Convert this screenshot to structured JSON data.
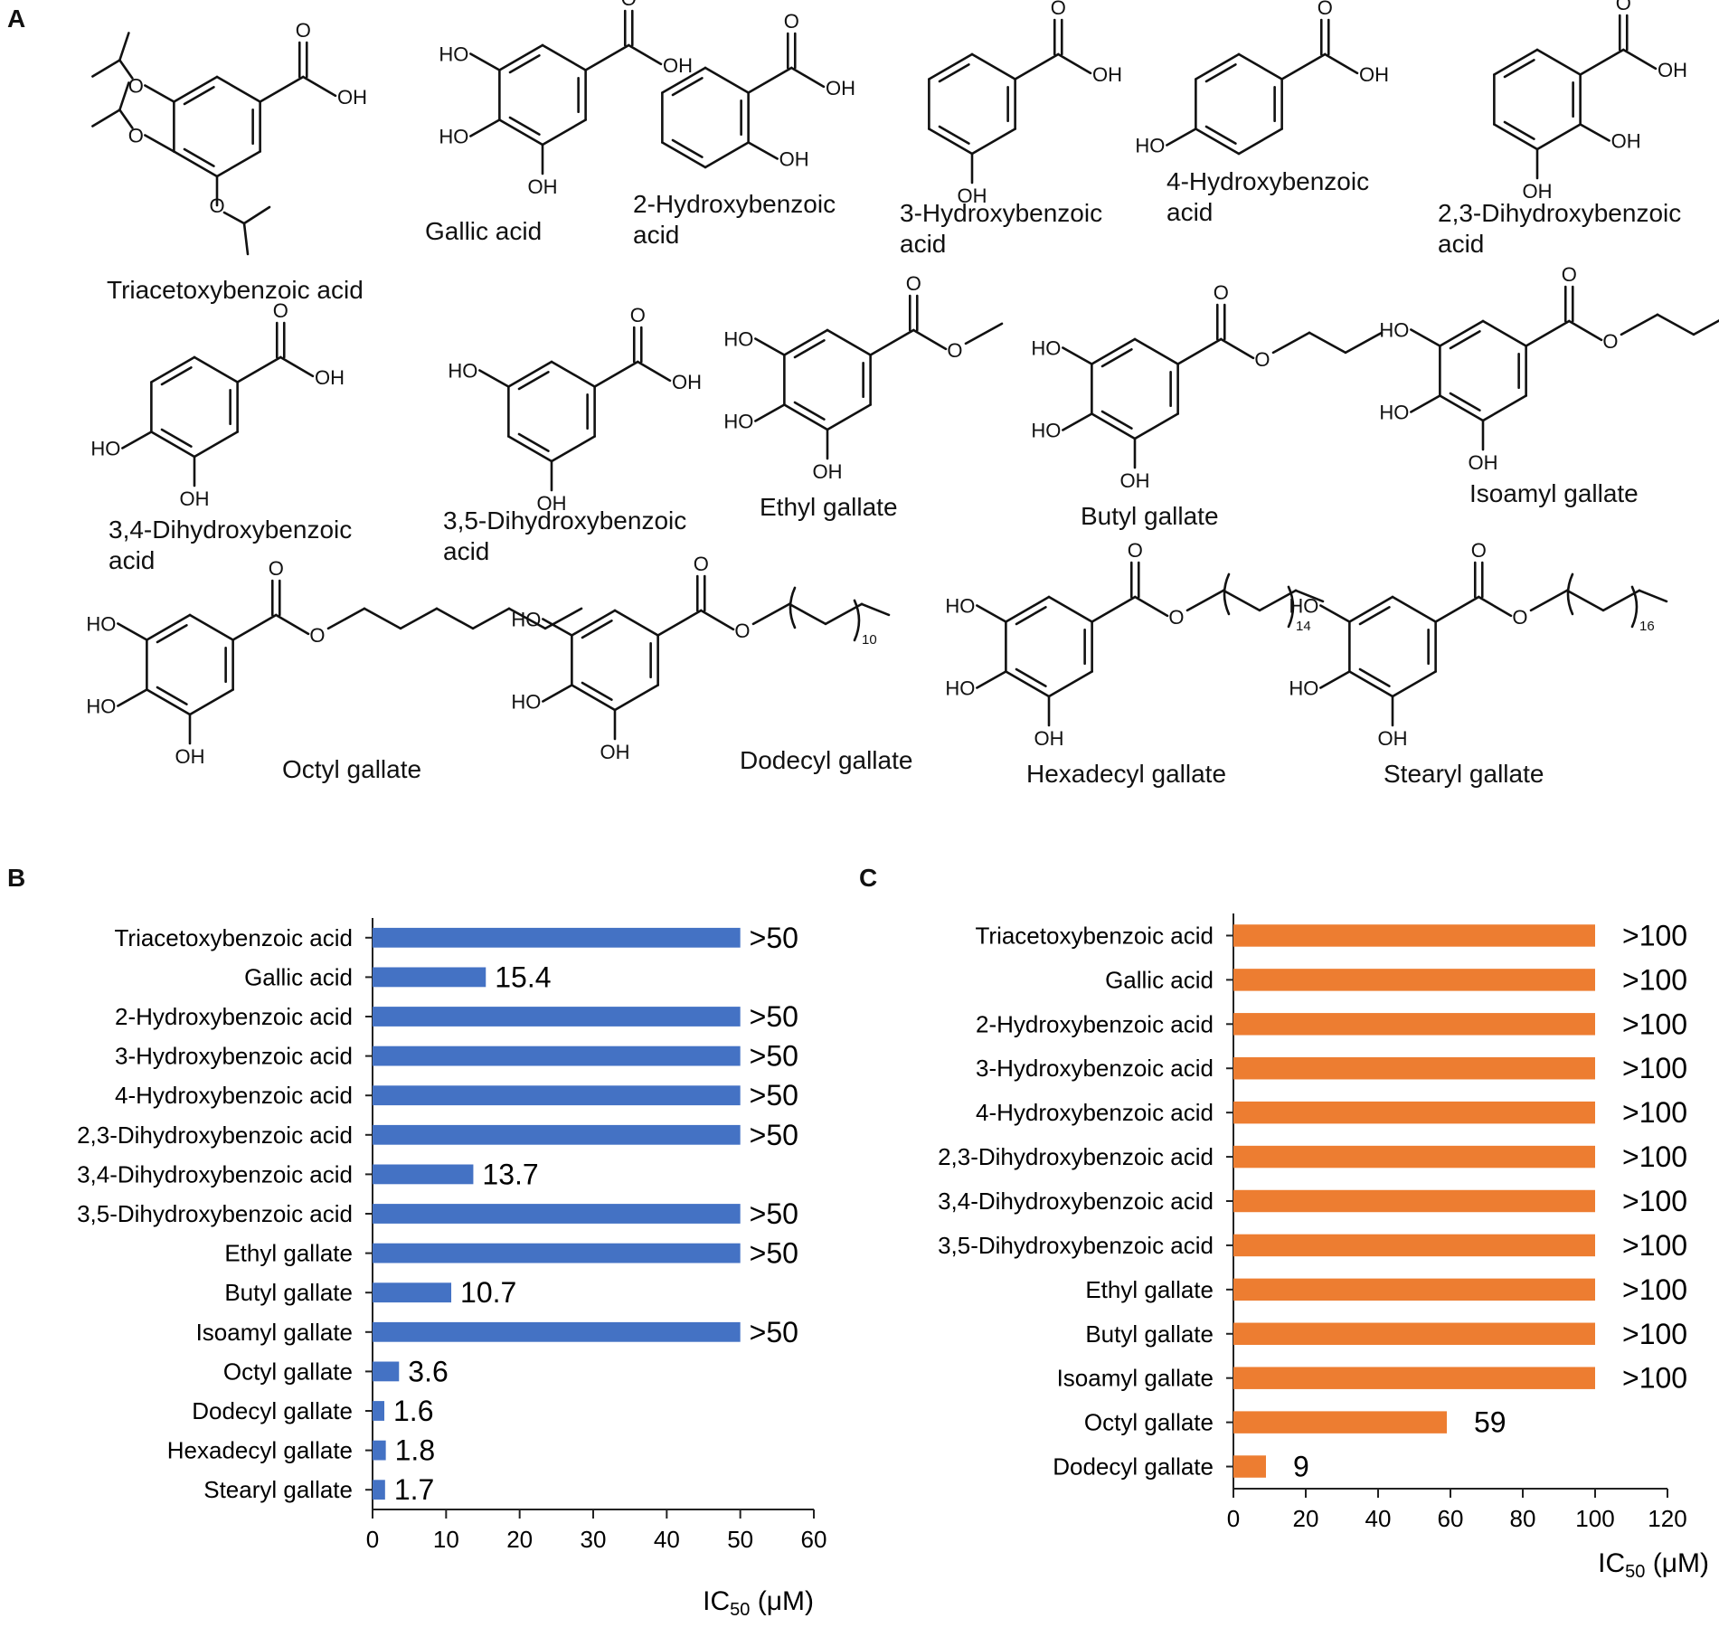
{
  "panel_a": {
    "letter": "A",
    "compounds": [
      {
        "name_lines": [
          "Triacetoxybenzoic acid"
        ]
      },
      {
        "name_lines": [
          "Gallic acid"
        ]
      },
      {
        "name_lines": [
          "2-Hydroxybenzoic",
          "acid"
        ]
      },
      {
        "name_lines": [
          "3-Hydroxybenzoic",
          "acid"
        ]
      },
      {
        "name_lines": [
          "4-Hydroxybenzoic",
          "acid"
        ]
      },
      {
        "name_lines": [
          "2,3-Dihydroxybenzoic",
          "acid"
        ]
      },
      {
        "name_lines": [
          "3,4-Dihydroxybenzoic",
          "acid"
        ]
      },
      {
        "name_lines": [
          "3,5-Dihydroxybenzoic",
          "acid"
        ]
      },
      {
        "name_lines": [
          "Ethyl gallate"
        ]
      },
      {
        "name_lines": [
          "Butyl gallate"
        ]
      },
      {
        "name_lines": [
          "Isoamyl gallate"
        ]
      },
      {
        "name_lines": [
          "Octyl gallate"
        ]
      },
      {
        "name_lines": [
          "Dodecyl gallate"
        ]
      },
      {
        "name_lines": [
          "Hexadecyl gallate"
        ]
      },
      {
        "name_lines": [
          "Stearyl gallate"
        ]
      }
    ],
    "atoms": {
      "oh": "OH",
      "ho": "HO",
      "o": "O"
    },
    "chain_subscripts": {
      "dodecyl": "10",
      "hexadecyl": "14",
      "stearyl": "16"
    }
  },
  "chart_data": [
    {
      "panel": "B",
      "type": "bar",
      "orientation": "horizontal",
      "color": "#4472C4",
      "categories": [
        "Triacetoxybenzoic acid",
        "Gallic acid",
        "2-Hydroxybenzoic acid",
        "3-Hydroxybenzoic acid",
        "4-Hydroxybenzoic acid",
        "2,3-Dihydroxybenzoic acid",
        "3,4-Dihydroxybenzoic acid",
        "3,5-Dihydroxybenzoic acid",
        "Ethyl gallate",
        "Butyl gallate",
        "Isoamyl gallate",
        "Octyl gallate",
        "Dodecyl gallate",
        "Hexadecyl gallate",
        "Stearyl gallate"
      ],
      "values": [
        50,
        15.4,
        50,
        50,
        50,
        50,
        13.7,
        50,
        50,
        10.7,
        50,
        3.6,
        1.6,
        1.8,
        1.7
      ],
      "value_labels": [
        ">50",
        "15.4",
        ">50",
        ">50",
        ">50",
        ">50",
        "13.7",
        ">50",
        ">50",
        "10.7",
        ">50",
        "3.6",
        "1.6",
        "1.8",
        "1.7"
      ],
      "xlim": [
        0,
        60
      ],
      "xticks": [
        0,
        10,
        20,
        30,
        40,
        50,
        60
      ],
      "xlabel_main": "IC",
      "xlabel_sub": "50",
      "xlabel_unit": " (μM)",
      "grid": false
    },
    {
      "panel": "C",
      "type": "bar",
      "orientation": "horizontal",
      "color": "#ED7D31",
      "categories": [
        "Triacetoxybenzoic acid",
        "Gallic acid",
        "2-Hydroxybenzoic acid",
        "3-Hydroxybenzoic acid",
        "4-Hydroxybenzoic acid",
        "2,3-Dihydroxybenzoic acid",
        "3,4-Dihydroxybenzoic acid",
        "3,5-Dihydroxybenzoic acid",
        "Ethyl gallate",
        "Butyl gallate",
        "Isoamyl gallate",
        "Octyl gallate",
        "Dodecyl gallate"
      ],
      "values": [
        100,
        100,
        100,
        100,
        100,
        100,
        100,
        100,
        100,
        100,
        100,
        59,
        9
      ],
      "value_labels": [
        ">100",
        ">100",
        ">100",
        ">100",
        ">100",
        ">100",
        ">100",
        ">100",
        ">100",
        ">100",
        ">100",
        "59",
        "9"
      ],
      "xlim": [
        0,
        120
      ],
      "xticks": [
        0,
        20,
        40,
        60,
        80,
        100,
        120
      ],
      "xlabel_main": "IC",
      "xlabel_sub": "50",
      "xlabel_unit": " (μM)",
      "grid": false
    }
  ]
}
